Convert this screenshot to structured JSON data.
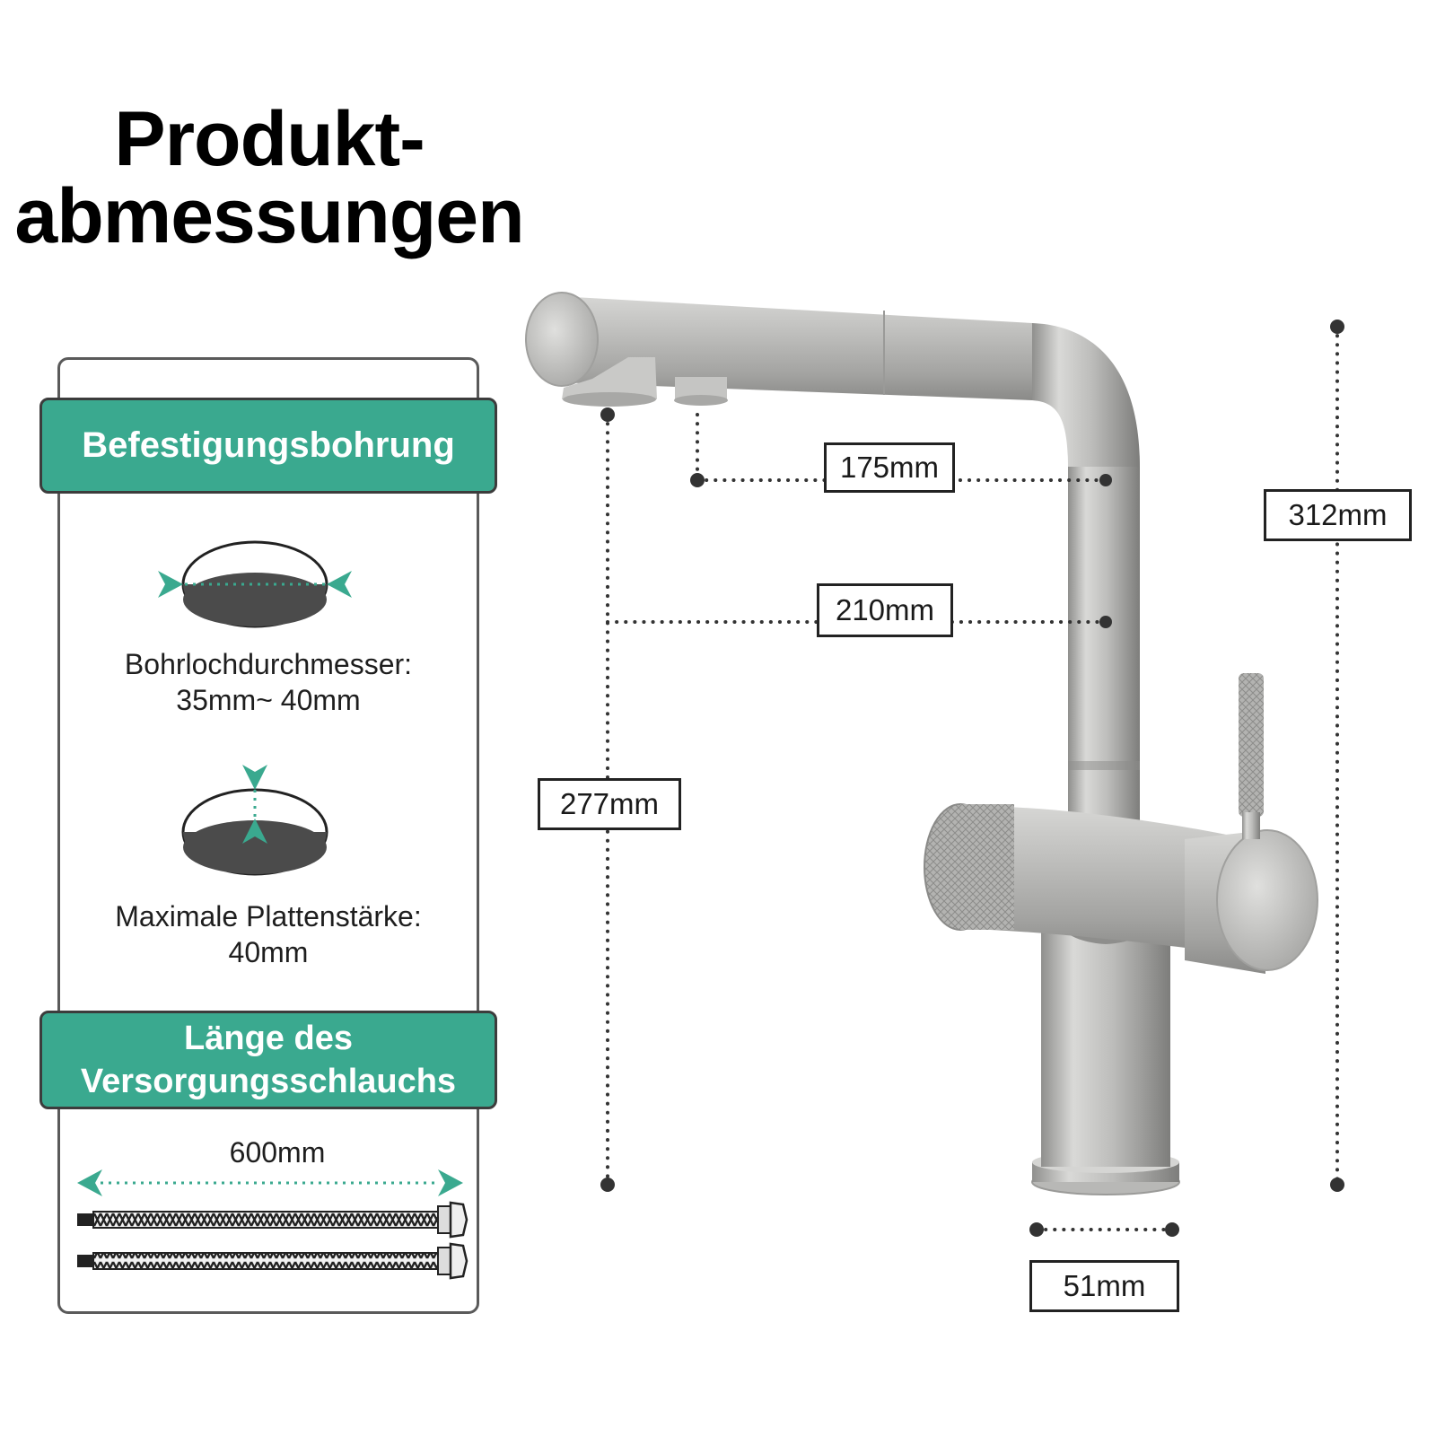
{
  "title": {
    "line1": "Produkt-",
    "line2": "abmessungen"
  },
  "panel": {
    "banner1": "Befestigungsbohrung",
    "hole_diameter_label": "Bohrlochdurchmesser:",
    "hole_diameter_value": "35mm~ 40mm",
    "plate_label": "Maximale Plattenstärke:",
    "plate_value": "40mm",
    "banner2_line1": "Länge des",
    "banner2_line2": "Versorgungsschlauchs",
    "hose_length": "600mm"
  },
  "dimensions": {
    "spout_reach_inner": "175mm",
    "spout_reach_outer": "210mm",
    "spout_height": "277mm",
    "total_height": "312mm",
    "base_diameter": "51mm"
  },
  "colors": {
    "accent": "#3aa98f",
    "dark": "#4a4a4a",
    "steel": "#c4c4c2"
  }
}
